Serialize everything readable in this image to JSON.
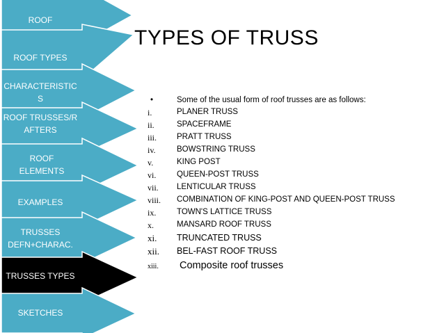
{
  "nav": {
    "items": [
      {
        "label": "ROOF",
        "active": false
      },
      {
        "label": "ROOF TYPES",
        "active": false
      },
      {
        "label": "CHARACTERISTICS",
        "active": false
      },
      {
        "label": "ROOF TRUSSES/RAFTERS",
        "active": false
      },
      {
        "label": "ROOF ELEMENTS",
        "active": false
      },
      {
        "label": "EXAMPLES",
        "active": false
      },
      {
        "label": "TRUSSES DEFN+CHARAC.",
        "active": false
      },
      {
        "label": "TRUSSES TYPES",
        "active": true
      },
      {
        "label": "SKETCHES",
        "active": false
      }
    ],
    "colors": {
      "fill": "#4bacc6",
      "stroke": "#ffffff",
      "active_fill": "#000000"
    }
  },
  "slide": {
    "title": "TYPES OF TRUSS",
    "intro_bullet": "•",
    "intro": "Some of the usual form of roof trusses are as follows:",
    "list": [
      {
        "num": "i.",
        "text": "PLANER TRUSS"
      },
      {
        "num": "ii.",
        "text": "SPACEFRAME"
      },
      {
        "num": "iii.",
        "text": "PRATT TRUSS"
      },
      {
        "num": "iv.",
        "text": "BOWSTRING TRUSS"
      },
      {
        "num": "v.",
        "text": "KING POST"
      },
      {
        "num": "vi.",
        "text": "QUEEN-POST TRUSS"
      },
      {
        "num": "vii.",
        "text": "LENTICULAR TRUSS"
      },
      {
        "num": "viii.",
        "text": "COMBINATION OF KING-POST AND QUEEN-POST TRUSS"
      },
      {
        "num": "ix.",
        "text": "TOWN'S LATTICE TRUSS"
      },
      {
        "num": "x.",
        "text": "MANSARD ROOF TRUSS"
      },
      {
        "num": "xi.",
        "text": "TRUNCATED TRUSS"
      },
      {
        "num": "xii.",
        "text": "BEL-FAST ROOF TRUSS"
      },
      {
        "num": "xiii.",
        "text": "Composite roof trusses"
      }
    ]
  }
}
